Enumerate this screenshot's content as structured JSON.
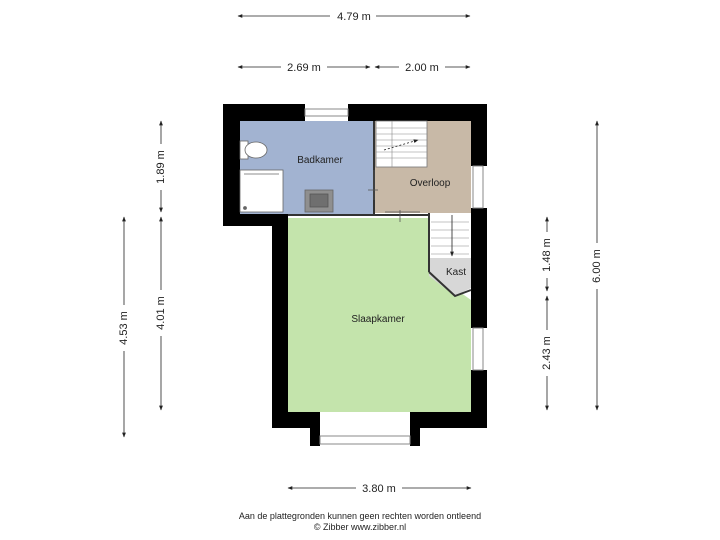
{
  "dimensions": {
    "top_total": "4.79 m",
    "top_left": "2.69 m",
    "top_right": "2.00 m",
    "left_upper": "1.89 m",
    "left_outer": "4.53 m",
    "left_inner": "4.01 m",
    "right_upper": "1.48 m",
    "right_lower": "2.43 m",
    "right_total": "6.00 m",
    "bottom": "3.80 m"
  },
  "rooms": {
    "badkamer": "Badkamer",
    "overloop": "Overloop",
    "kast": "Kast",
    "slaapkamer": "Slaapkamer"
  },
  "colors": {
    "badkamer": "#a2b3d1",
    "overloop": "#c8b9a7",
    "slaapkamer": "#c4e4ac",
    "kast": "#d7d7d7",
    "wall": "#000000"
  },
  "footer": {
    "line1": "Aan de plattegronden kunnen geen rechten worden ontleend",
    "line2": "© Zibber www.zibber.nl"
  }
}
